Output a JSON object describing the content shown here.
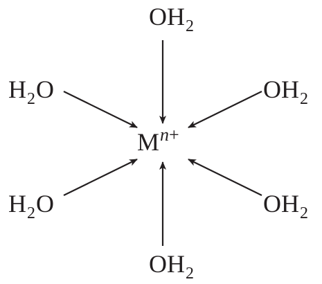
{
  "ligands": {
    "top": {
      "a": "OH",
      "sub": "2",
      "b": ""
    },
    "upper_left": {
      "a": "H",
      "sub": "2",
      "b": "O"
    },
    "upper_right": {
      "a": "OH",
      "sub": "2",
      "b": ""
    },
    "lower_left": {
      "a": "H",
      "sub": "2",
      "b": "O"
    },
    "lower_right": {
      "a": "OH",
      "sub": "2",
      "b": ""
    },
    "bottom": {
      "a": "OH",
      "sub": "2",
      "b": ""
    }
  },
  "metal": {
    "symbol": "M",
    "charge_italic": "n",
    "charge_sign": "+"
  },
  "colors": {
    "ink": "#231f20"
  }
}
